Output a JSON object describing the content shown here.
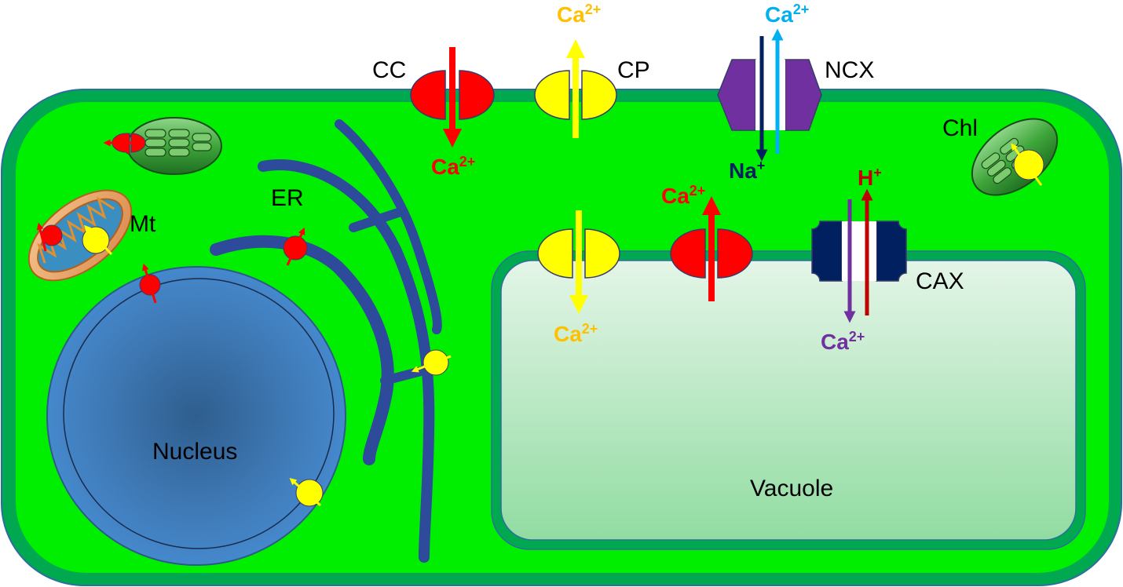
{
  "labels": {
    "cc": "CC",
    "cp": "CP",
    "ncx": "NCX",
    "chl": "Chl",
    "mt": "Mt",
    "er": "ER",
    "nucleus": "Nucleus",
    "vacuole": "Vacuole",
    "cax": "CAX"
  },
  "ions": {
    "cp_ca": {
      "base": "Ca",
      "sup": "2+",
      "color": "#FFC000"
    },
    "ncx_ca": {
      "base": "Ca",
      "sup": "2+",
      "color": "#00B0F0"
    },
    "cc_ca": {
      "base": "Ca",
      "sup": "2+",
      "color": "#FF0000"
    },
    "ncx_na": {
      "base": "Na",
      "sup": "+",
      "color": "#002060"
    },
    "vac_cc_ca": {
      "base": "Ca",
      "sup": "2+",
      "color": "#FF0000"
    },
    "cax_h": {
      "base": "H",
      "sup": "+",
      "color": "#C00000"
    },
    "vac_cp_ca": {
      "base": "Ca",
      "sup": "2+",
      "color": "#FFC000"
    },
    "cax_ca": {
      "base": "Ca",
      "sup": "2+",
      "color": "#7030A0"
    }
  },
  "colors": {
    "cell_wall": "#00A850",
    "cytoplasm": "#00EE00",
    "channel": "#FF0000",
    "pump": "#FFFF00",
    "ncx": "#7030A0",
    "cax": "#002060",
    "er": "#2E4A9A",
    "nucleus": "#3F7FC1",
    "vacuole_top": "#E2F4E6",
    "vacuole_bottom": "#93DDA3"
  }
}
